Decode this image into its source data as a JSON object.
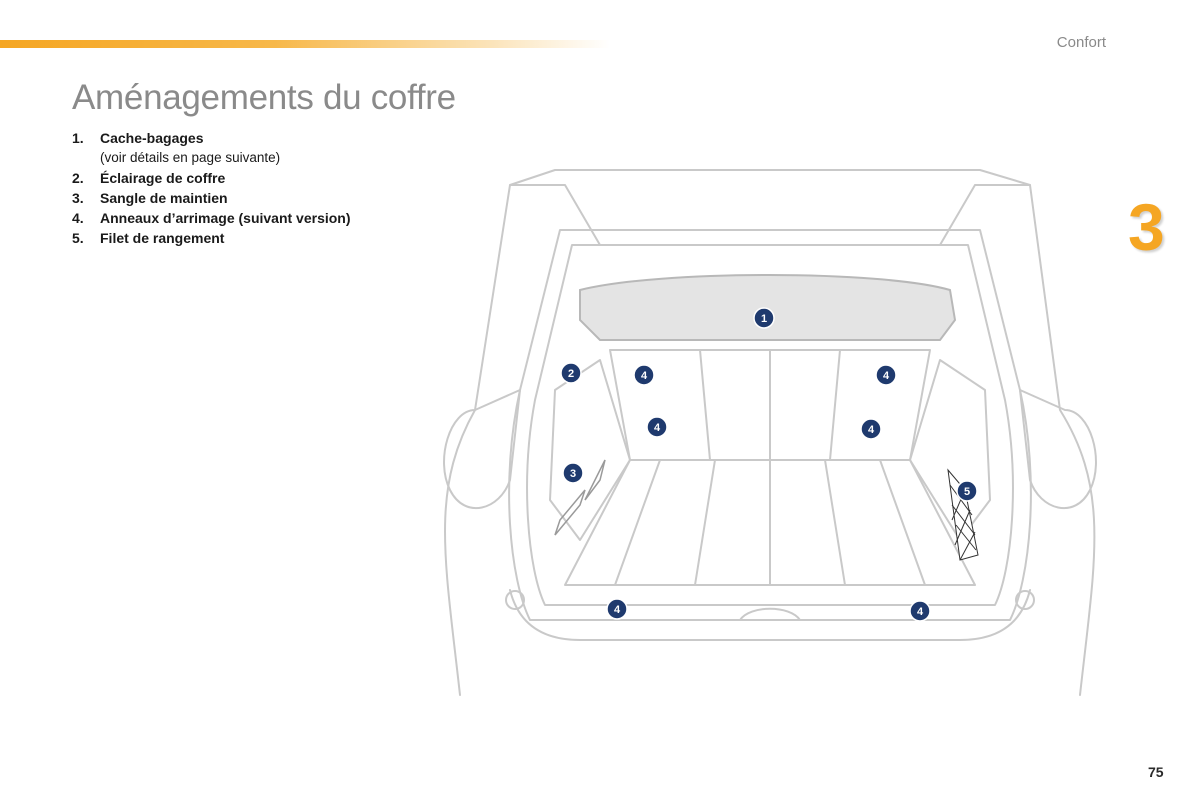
{
  "header": {
    "section": "Confort",
    "chapter_number": "3"
  },
  "page": {
    "title": "Aménagements du coffre",
    "number": "75"
  },
  "legend": {
    "items": [
      {
        "number": "1.",
        "label": "Cache-bagages",
        "note": "(voir détails en page suivante)"
      },
      {
        "number": "2.",
        "label": "Éclairage de coffre"
      },
      {
        "number": "3.",
        "label": "Sangle de maintien"
      },
      {
        "number": "4.",
        "label": "Anneaux d’arrimage (suivant version)"
      },
      {
        "number": "5.",
        "label": "Filet de rangement"
      }
    ]
  },
  "illustration": {
    "callouts": [
      "1",
      "2",
      "3",
      "4",
      "4",
      "4",
      "4",
      "4",
      "4",
      "5"
    ]
  },
  "colors": {
    "accent": "#f5a623",
    "callout_fill": "#1f3a6e",
    "line_art": "#c9c9c9"
  }
}
